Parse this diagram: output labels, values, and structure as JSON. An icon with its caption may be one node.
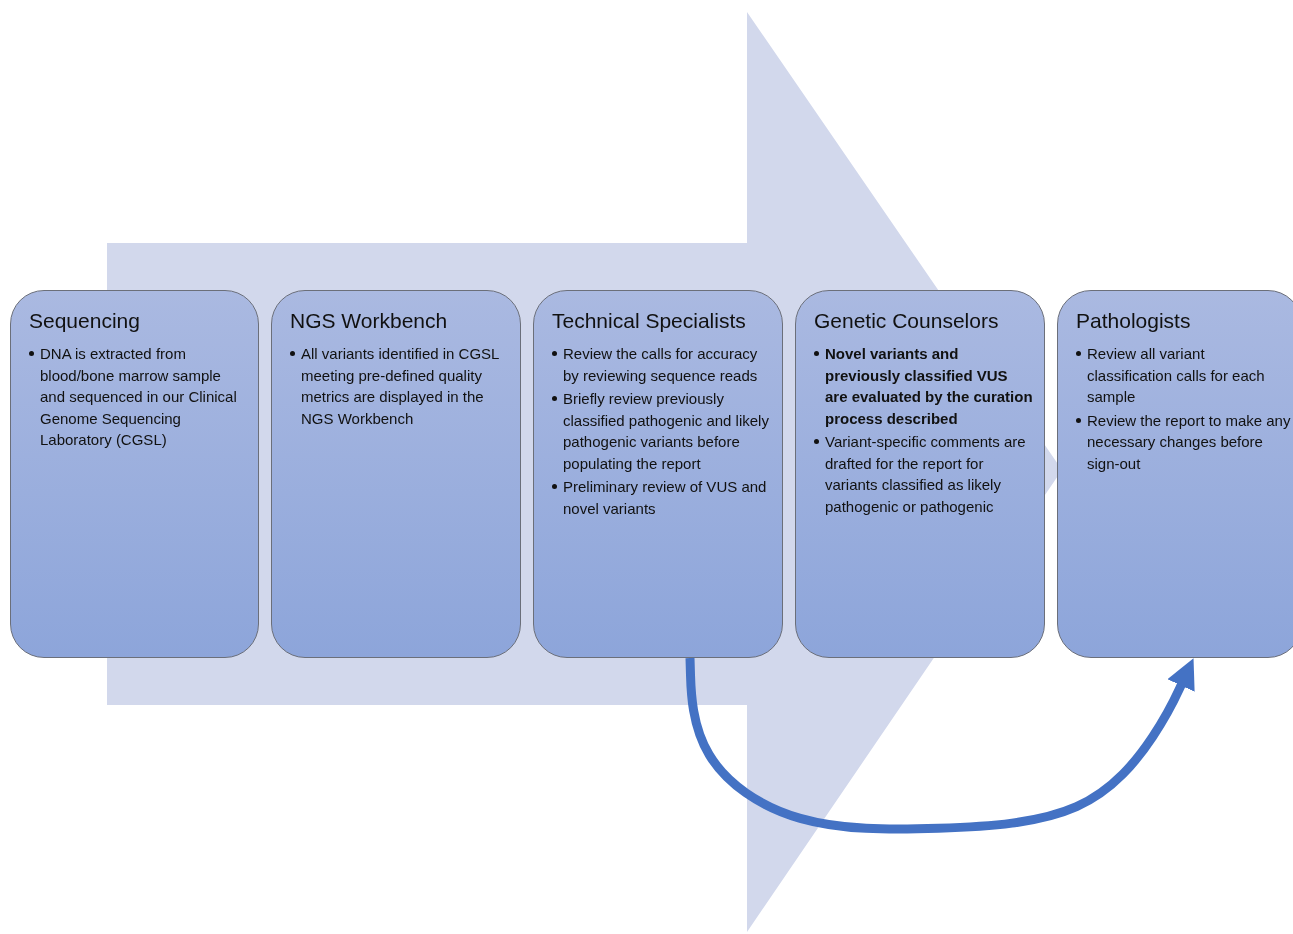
{
  "diagram": {
    "nodes": [
      {
        "text": [
          "Sequencing",
          "DNA is extracted from blood/bone marrow sample and sequenced in our Clinical Genome Sequencing Laboratory (CGSL)"
        ]
      },
      {
        "text": [
          "NGS Workbench",
          "All variants identified in CGSL meeting pre-defined quality metrics are displayed in the NGS Workbench"
        ]
      },
      {
        "text": [
          "Technical Specialists",
          "Review the calls for accuracy by reviewing sequence reads",
          "Briefly review previously classified pathogenic and likely pathogenic variants before populating the report",
          "Preliminary review of VUS and novel variants"
        ]
      },
      {
        "text": [
          "Genetic Counselors",
          "**Novel variants and previously classified VUS are evaluated by the curation process described**",
          "Variant-specific comments are drafted for the report for variants classified as likely pathogenic or pathogenic"
        ]
      },
      {
        "text": [
          "Pathologists",
          "Review all variant classification calls for each sample",
          "Review the report to make any necessary changes before sign-out"
        ]
      }
    ],
    "edges": [
      {
        "from": 0,
        "to": 4,
        "arrow": "to",
        "style": "thick",
        "color": "#d2d8ec"
      },
      {
        "from": 2,
        "to": 4,
        "arrow": "to"
      }
    ]
  }
}
